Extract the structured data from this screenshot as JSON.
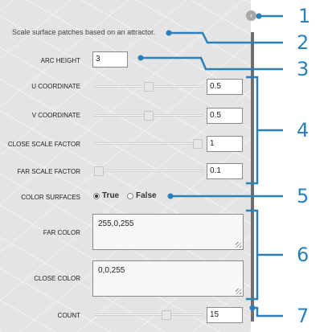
{
  "panel": {
    "description": "Scale surface patches based on an attractor.",
    "nav_icon": "circle-arrow-left-icon",
    "arc_height": {
      "label": "ARC HEIGHT",
      "value": "3"
    },
    "u_coordinate": {
      "label": "U COORDINATE",
      "value": "0.5",
      "level": 0.5
    },
    "v_coordinate": {
      "label": "V COORDINATE",
      "value": "0.5",
      "level": 0.5
    },
    "close_scale_factor": {
      "label": "CLOSE SCALE FACTOR",
      "value": "1",
      "level": 1.0
    },
    "far_scale_factor": {
      "label": "FAR SCALE FACTOR",
      "value": "0.1",
      "level": 0.0
    },
    "color_surfaces": {
      "label": "COLOR SURFACES",
      "option_true": "True",
      "option_false": "False",
      "selected": "True"
    },
    "far_color": {
      "label": "FAR COLOR",
      "value": "255,0,255"
    },
    "close_color": {
      "label": "CLOSE COLOR",
      "value": "0,0,255"
    },
    "count": {
      "label": "COUNT",
      "value": "15",
      "level": 0.68
    }
  },
  "callouts": [
    "1",
    "2",
    "3",
    "4",
    "5",
    "6",
    "7"
  ],
  "colors": {
    "accent": "#2a80b9",
    "panel_bg": "#e4e4e4"
  }
}
